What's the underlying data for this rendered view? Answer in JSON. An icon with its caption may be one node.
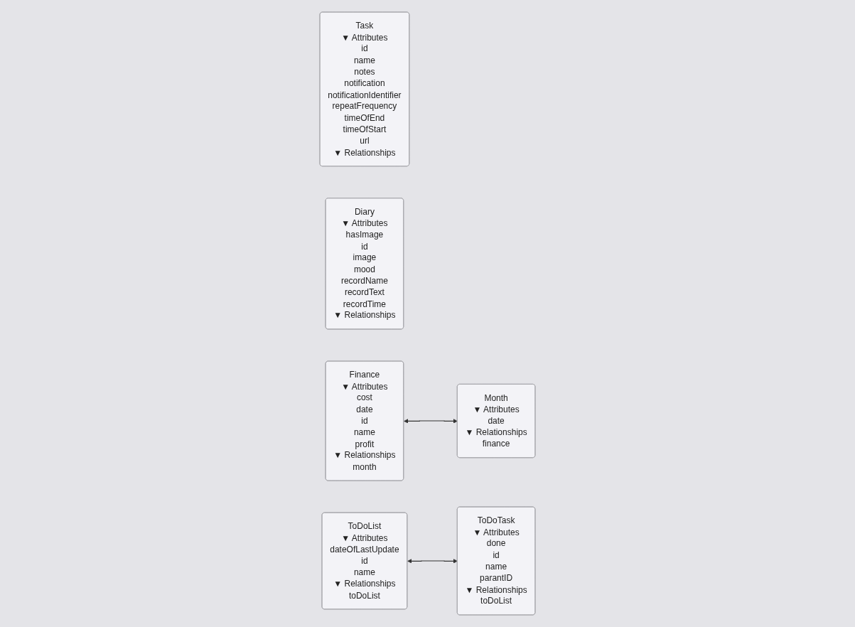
{
  "diagram": {
    "nodes": [
      {
        "text": [
          "Task",
          "▼ Attributes",
          "id",
          "name",
          "notes",
          "notification",
          "notificationIdentifier",
          "repeatFrequency",
          "timeOfEnd",
          "timeOfStart",
          "url",
          "▼ Relationships"
        ]
      },
      {
        "text": [
          "Diary",
          "▼ Attributes",
          "hasImage",
          "id",
          "image",
          "mood",
          "recordName",
          "recordText",
          "recordTime",
          "▼ Relationships"
        ]
      },
      {
        "text": [
          "ToDoTask",
          "▼ Attributes",
          "done",
          "id",
          "name",
          "parantID",
          "▼ Relationships",
          "toDoList"
        ]
      },
      {
        "text": [
          "Month",
          "▼ Attributes",
          "date",
          "▼ Relationships",
          "finance"
        ]
      },
      {
        "text": [
          "Finance",
          "▼ Attributes",
          "cost",
          "date",
          "id",
          "name",
          "profit",
          "▼ Relationships",
          "month"
        ]
      },
      {
        "text": [
          "ToDoList",
          "▼ Attributes",
          "dateOfLastUpdate",
          "id",
          "name",
          "▼ Relationships",
          "toDoList"
        ]
      }
    ],
    "edges": [
      {
        "from": 4,
        "to": 3,
        "arrow": "both"
      },
      {
        "from": 5,
        "to": 2,
        "arrow": "both"
      }
    ]
  }
}
